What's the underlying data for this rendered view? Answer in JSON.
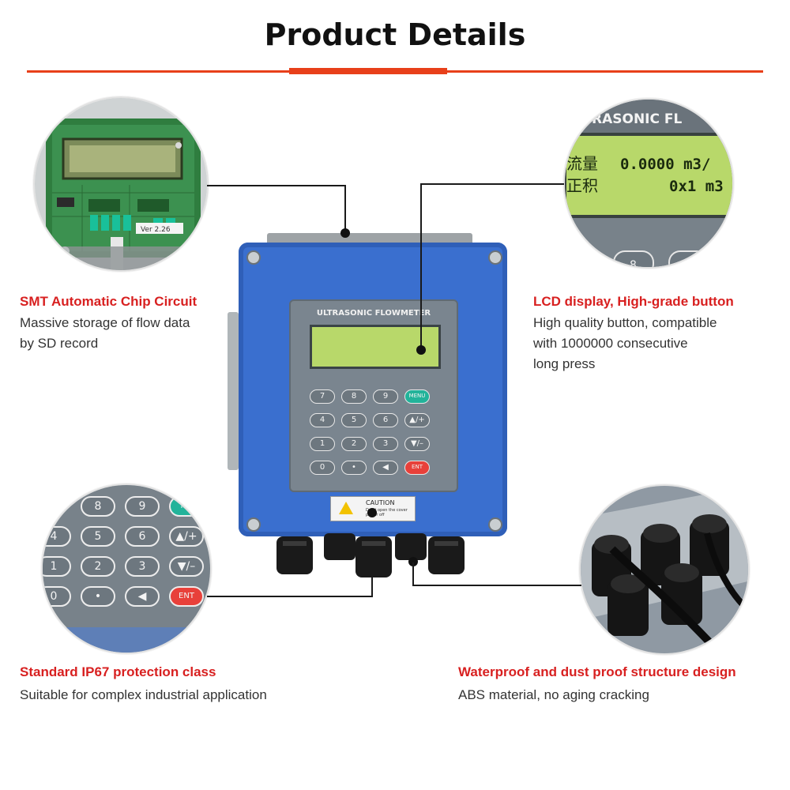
{
  "header": {
    "title": "Product Details",
    "accent_color": "#e8401a"
  },
  "device": {
    "panel_label": "ULTRASONIC FLOWMETER",
    "keys": [
      "7",
      "8",
      "9",
      "MENU",
      "4",
      "5",
      "6",
      "▲/+",
      "1",
      "2",
      "3",
      "▼/–",
      "0",
      "•",
      "◀",
      "ENT"
    ],
    "caution_title": "CAUTION",
    "caution_text": "Don't open the cover power off"
  },
  "zoom_lcd": {
    "header_text": "RASONIC FL",
    "line1_chars": "流量",
    "line1_value": "0.0000 m3/",
    "line2_chars": "正积",
    "line2_value": "0x1 m3"
  },
  "zoom_board": {
    "version_label": "Ver 2.26"
  },
  "zoom_keypad": {
    "keys": [
      "8",
      "9",
      "ME",
      "4",
      "5",
      "6",
      "▲/+",
      "1",
      "2",
      "3",
      "▼/–",
      "0",
      "•",
      "◀",
      "ENT"
    ]
  },
  "features": [
    {
      "title": "SMT Automatic Chip Circuit",
      "desc": [
        "Massive storage of flow data",
        "by SD record"
      ]
    },
    {
      "title": "LCD display, High-grade button",
      "desc": [
        "High quality button, compatible",
        "with 1000000 consecutive",
        "long press"
      ]
    },
    {
      "title": "Standard IP67 protection class",
      "desc": [
        "Suitable for complex industrial application"
      ]
    },
    {
      "title": "Waterproof and dust proof structure design",
      "desc": [
        "ABS material, no aging cracking"
      ]
    }
  ],
  "colors": {
    "feature_title": "#d82020",
    "body_text": "#333333",
    "housing_blue": "#3a6fcf",
    "lcd_green": "#b8d86a"
  }
}
